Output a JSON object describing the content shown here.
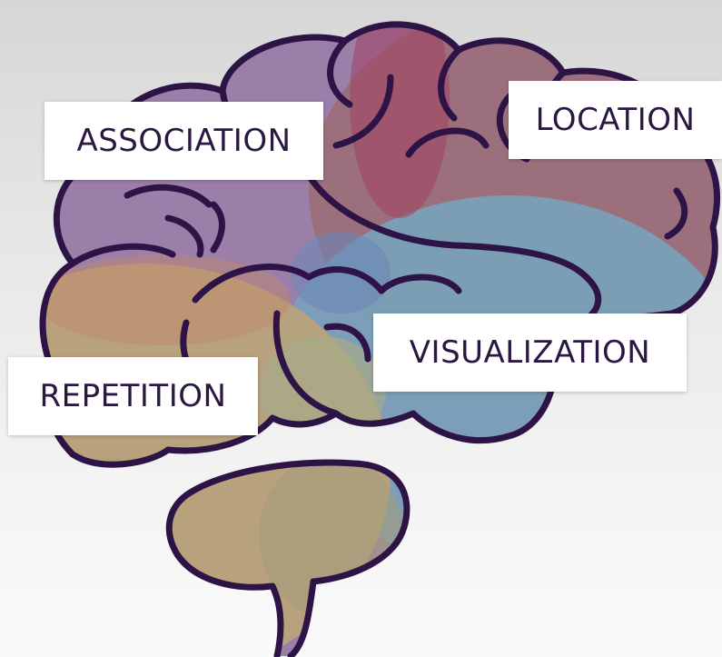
{
  "labels": {
    "association": "ASSOCIATION",
    "location": "LOCATION",
    "visualization": "VISUALIZATION",
    "repetition": "REPETITION"
  },
  "colors": {
    "outline": "#2d1346",
    "association_region": "#9b7fa8",
    "location_region": "#9c6f7c",
    "visualization_region": "#7aa0b8",
    "repetition_region": "#b9a37a",
    "overlap_highlight": "#a3405f"
  }
}
